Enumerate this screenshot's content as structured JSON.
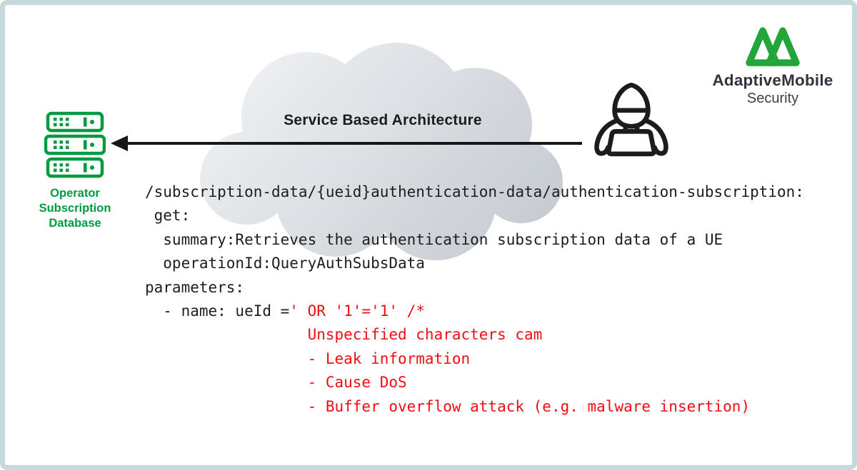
{
  "colors": {
    "border": "#c8d9dc",
    "database_green": "#009b41",
    "logo_green": "#22a63a",
    "code_text": "#1d1d1d",
    "attack_red": "#f20d12",
    "cloud_light": "#f0f2f4",
    "cloud_dark": "#c7ccd3",
    "arrow_black": "#161616"
  },
  "cloud": {
    "title": "Service Based Architecture"
  },
  "database": {
    "icon": "server-stack-icon",
    "label_lines": [
      "Operator",
      "Subscription",
      "Database"
    ]
  },
  "attacker": {
    "icon": "hooded-hacker-laptop-icon"
  },
  "logo": {
    "icon": "adaptivemobile-monogram-icon",
    "line1": "AdaptiveMobile",
    "line2": "Security"
  },
  "code": {
    "lines": [
      {
        "segments": [
          {
            "text": "/subscription-data/{ueid}authentication-data/authentication-subscription:",
            "color": "default"
          }
        ]
      },
      {
        "segments": [
          {
            "text": " get:",
            "color": "default"
          }
        ]
      },
      {
        "segments": [
          {
            "text": "  summary:Retrieves the authentication subscription data of a UE",
            "color": "default"
          }
        ]
      },
      {
        "segments": [
          {
            "text": "  operationId:QueryAuthSubsData",
            "color": "default"
          }
        ]
      },
      {
        "segments": [
          {
            "text": "parameters:",
            "color": "default"
          }
        ]
      },
      {
        "segments": [
          {
            "text": "  - name: ueId =",
            "color": "default"
          },
          {
            "text": "' OR '1'='1' /*",
            "color": "alert"
          }
        ]
      },
      {
        "segments": [
          {
            "text": "                  Unspecified characters cam",
            "color": "alert"
          }
        ]
      },
      {
        "segments": [
          {
            "text": "                  - Leak information",
            "color": "alert"
          }
        ]
      },
      {
        "segments": [
          {
            "text": "                  - Cause DoS",
            "color": "alert"
          }
        ]
      },
      {
        "segments": [
          {
            "text": "                  - Buffer overflow attack (e.g. malware insertion)",
            "color": "alert"
          }
        ]
      }
    ]
  }
}
